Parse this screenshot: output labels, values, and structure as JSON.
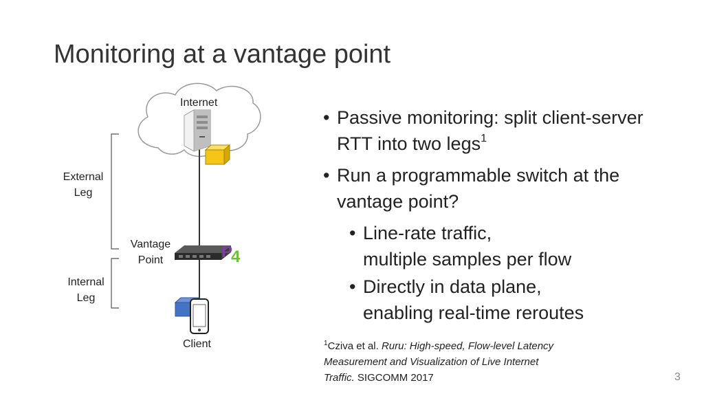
{
  "slide": {
    "title": "Monitoring at a vantage point",
    "page_number": "3"
  },
  "diagram": {
    "internet_label": "Internet",
    "external_leg_line1": "External",
    "external_leg_line2": "Leg",
    "vantage_line1": "Vantage",
    "vantage_line2": "Point",
    "internal_leg_line1": "Internal",
    "internal_leg_line2": "Leg",
    "client_label": "Client",
    "p4_logo_text": "P4",
    "colors": {
      "yellow_box": "#f5c518",
      "blue_box": "#4472c4",
      "p4_purple": "#7b3fa0",
      "p4_green": "#6fbf3a"
    }
  },
  "bullets": {
    "b1_text": "Passive monitoring: split client-server RTT into two legs",
    "b1_sup": "1",
    "b2_text": "Run a programmable switch at the vantage point?",
    "b2a_line1": "Line-rate traffic,",
    "b2a_line2": "multiple samples per flow",
    "b2b_line1": "Directly in data plane,",
    "b2b_line2": "enabling real-time reroutes"
  },
  "citation": {
    "sup": "1",
    "authors": "Cziva et al. ",
    "title": "Ruru: High-speed, Flow-level Latency Measurement and Visualization of Live Internet Traffic.",
    "venue": " SIGCOMM 2017"
  }
}
